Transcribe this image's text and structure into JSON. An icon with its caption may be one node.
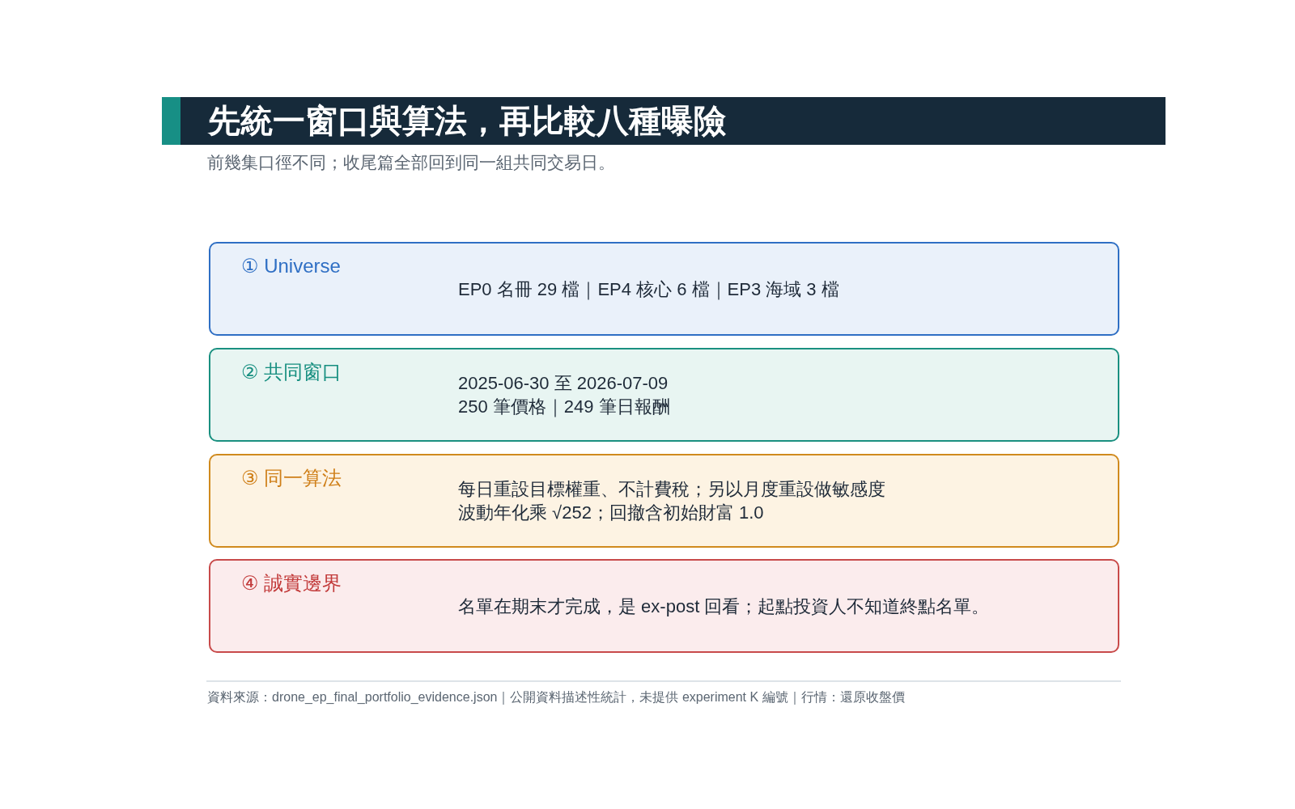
{
  "diagram": {
    "title": "先統一窗口與算法，再比較八種曝險",
    "nodes": [
      {
        "text": [
          "① Universe",
          "EP0 名冊 29 檔｜EP4 核心 6 檔｜EP3 海域 3 檔"
        ]
      },
      {
        "text": [
          "② 共同窗口",
          "2025-06-30 至 2026-07-09",
          "250 筆價格｜249 筆日報酬"
        ]
      },
      {
        "text": [
          "③ 同一算法",
          "每日重設目標權重、不計費稅；另以月度重設做敏感度",
          "波動年化乘 √252；回撤含初始財富 1.0"
        ]
      },
      {
        "text": [
          "④ 誠實邊界",
          "名單在期末才完成，是 ex-post 回看；起點投資人不知道終點名單。"
        ]
      }
    ],
    "labels": [
      "前幾集口徑不同；收尾篇全部回到同一組共同交易日。",
      "資料來源：drone_ep_final_portfolio_evidence.json｜公開資料描述性統計，未提供 experiment K 編號｜行情：還原收盤價"
    ]
  }
}
